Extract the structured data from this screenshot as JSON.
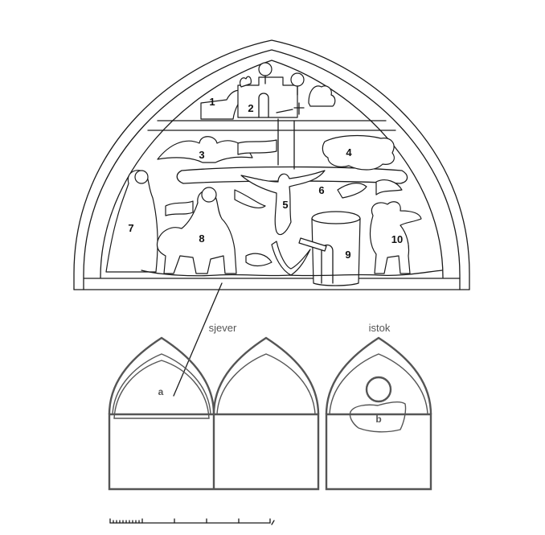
{
  "tympanum": {
    "labels": [
      "1",
      "2",
      "3",
      "4",
      "5",
      "6",
      "7",
      "8",
      "9",
      "10"
    ]
  },
  "plan": {
    "north_label": "sjever",
    "east_label": "istok",
    "mark_a": "a",
    "mark_b": "b"
  },
  "colors": {
    "ink": "#1a1a1a",
    "plan": "#555555"
  }
}
